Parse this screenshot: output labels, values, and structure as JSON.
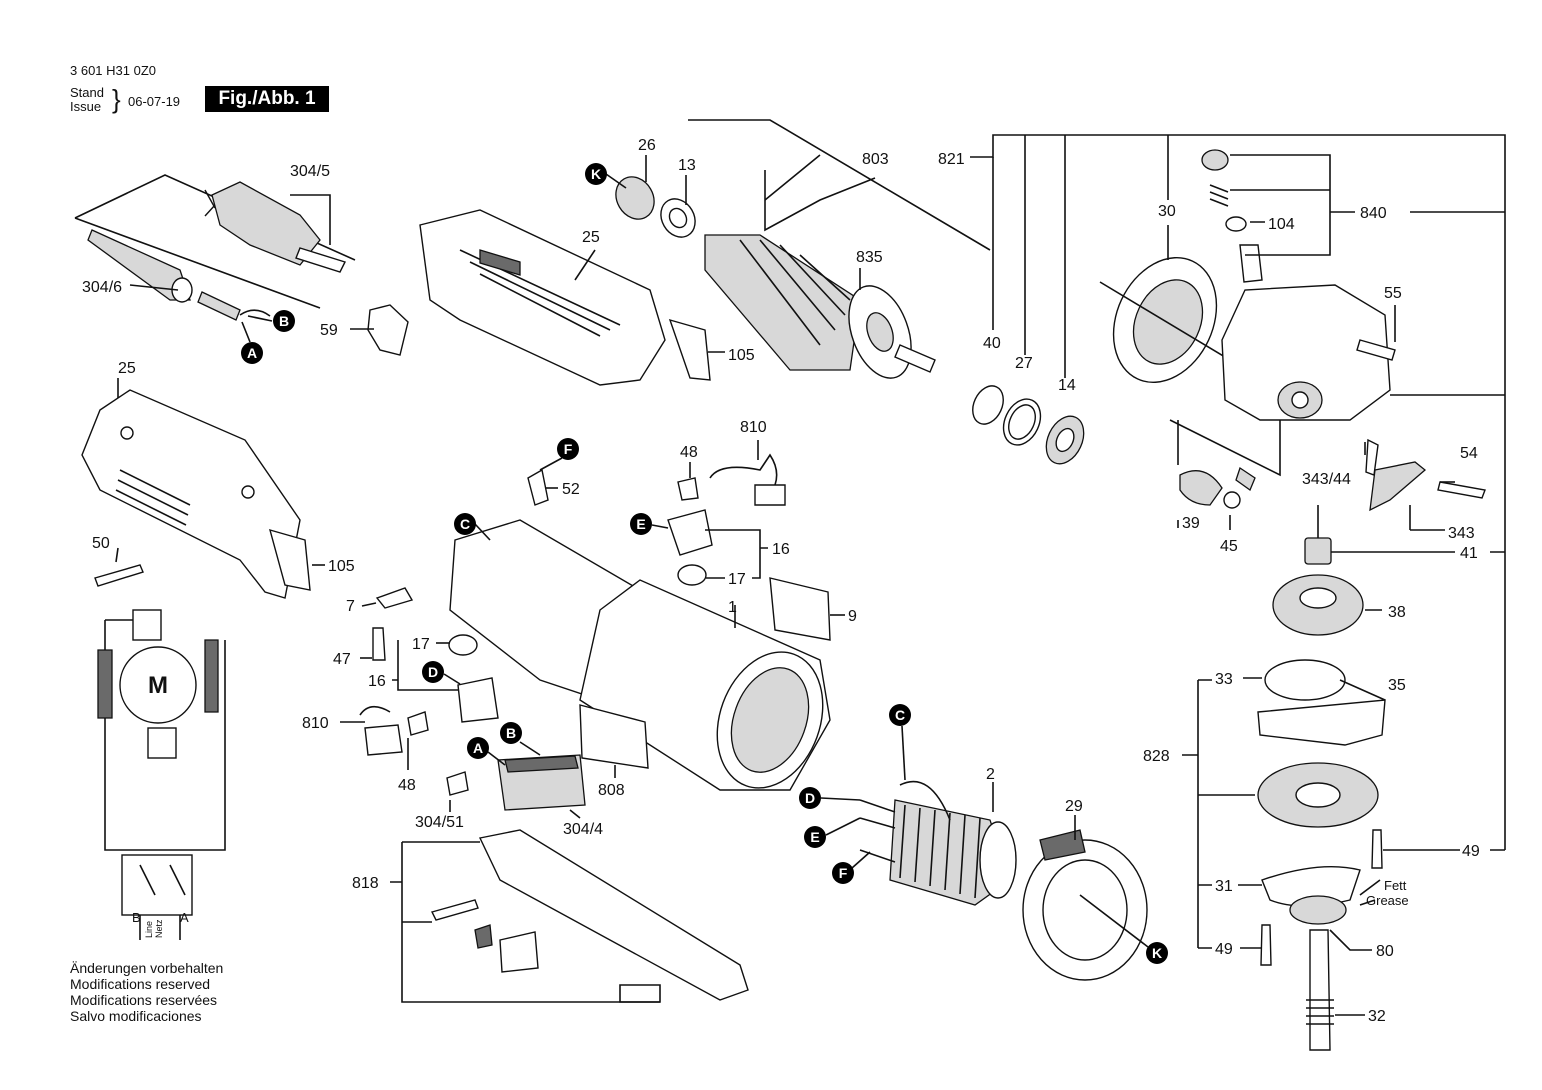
{
  "header": {
    "doc_number": "3 601 H31 0Z0",
    "stand": "Stand",
    "issue": "Issue",
    "date": "06-07-19",
    "figure": "Fig./Abb. 1"
  },
  "notes": [
    "Änderungen vorbehalten",
    "Modifications reserved",
    "Modifications reservées",
    "Salvo modificaciones"
  ],
  "schematic": {
    "motor": "M",
    "left_terminal": "B",
    "right_terminal": "A",
    "line_label": "Line",
    "netz_label": "Netz"
  },
  "grease_label": {
    "line1": "Fett",
    "line2": "Grease"
  },
  "part_labels": {
    "p304_5": "304/5",
    "p304_6": "304/6",
    "p25_top": "25",
    "p59": "59",
    "p105_top": "105",
    "p26": "26",
    "p13": "13",
    "p803": "803",
    "p821": "821",
    "p835": "835",
    "p30": "30",
    "p104": "104",
    "p840": "840",
    "p55": "55",
    "p40": "40",
    "p27": "27",
    "p14": "14",
    "p25_left": "25",
    "p50": "50",
    "p105_left": "105",
    "p52": "52",
    "p48_top": "48",
    "p810_top": "810",
    "p16_right": "16",
    "p17_right": "17",
    "p1": "1",
    "p9": "9",
    "p7": "7",
    "p47": "47",
    "p17_left": "17",
    "p16_left": "16",
    "p810_left": "810",
    "p48_left": "48",
    "p304_51": "304/51",
    "p304_4": "304/4",
    "p808": "808",
    "p818": "818",
    "p2": "2",
    "p29": "29",
    "p343_44": "343/44",
    "p54": "54",
    "p39": "39",
    "p45": "45",
    "p343": "343",
    "p41": "41",
    "p38": "38",
    "p33": "33",
    "p35": "35",
    "p828": "828",
    "p49_right": "49",
    "p31": "31",
    "p49_left": "49",
    "p80": "80",
    "p32": "32"
  },
  "callouts": {
    "k_top": "K",
    "b_plug": "B",
    "a_plug": "A",
    "f_top": "F",
    "e_top": "E",
    "c_housing": "C",
    "d_left": "D",
    "b_switch": "B",
    "a_switch": "A",
    "c_field": "C",
    "d_field": "D",
    "e_field": "E",
    "f_field": "F",
    "k_bottom": "K"
  }
}
